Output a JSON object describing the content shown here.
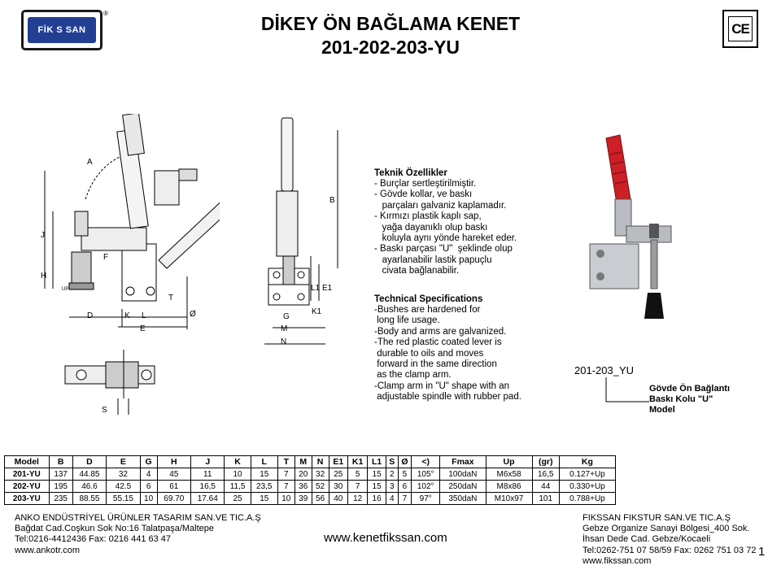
{
  "header": {
    "logo_text": "FİK S SAN",
    "logo_mark": "®",
    "title_line1": "DİKEY ÖN BAĞLAMA KENET",
    "title_line2": "201-202-203-YU",
    "ce_mark": "CE"
  },
  "drawing_labels": {
    "side": [
      "J",
      "H",
      "F",
      "A",
      "D",
      "K",
      "L",
      "E",
      "T",
      "Ø",
      "S",
      "UP"
    ],
    "front": [
      "B",
      "L1",
      "E1",
      "K1",
      "G",
      "M",
      "N"
    ]
  },
  "features_tr": {
    "title": "Teknik Özellikler",
    "lines": [
      "- Burçlar sertleştirilmiştir.",
      "- Gövde kollar, ve baskı",
      "   parçaları galvaniz kaplamadır.",
      "- Kırmızı plastik kaplı sap,",
      "   yağa dayanıklı olup baskı",
      "   koluyla aynı yönde hareket eder.",
      "- Baskı parçası \"U\"  şeklinde olup",
      "   ayarlanabilir lastik papuçlu",
      "   civata bağlanabilir."
    ]
  },
  "features_en": {
    "title": "Technical Specifications",
    "lines": [
      "-Bushes are hardened for",
      " long life usage.",
      "-Body and arms are galvanized.",
      "-The red plastic coated lever is",
      " durable to oils and moves",
      " forward in the same direction",
      " as the clamp arm.",
      "-Clamp arm in \"U\" shape with an",
      " adjustable spindle with rubber pad."
    ]
  },
  "product": {
    "model": "201-203_YU",
    "note_lines": [
      "Gövde Ön Bağlantı",
      "Baskı Kolu \"U\"",
      "Model"
    ]
  },
  "table": {
    "headers": [
      "Model",
      "B",
      "D",
      "E",
      "G",
      "H",
      "J",
      "K",
      "L",
      "T",
      "M",
      "N",
      "E1",
      "K1",
      "L1",
      "S",
      "Ø",
      "<)",
      "Fmax",
      "Up",
      "(gr)",
      "Kg"
    ],
    "rows": [
      [
        "201-YU",
        "137",
        "44.85",
        "32",
        "4",
        "45",
        "11",
        "10",
        "15",
        "7",
        "20",
        "32",
        "25",
        "5",
        "15",
        "2",
        "5",
        "105°",
        "100daN",
        "M6x58",
        "16,5",
        "0.127+Up"
      ],
      [
        "202-YU",
        "195",
        "46.6",
        "42.5",
        "6",
        "61",
        "16,5",
        "11,5",
        "23,5",
        "7",
        "36",
        "52",
        "30",
        "7",
        "15",
        "3",
        "6",
        "102°",
        "250daN",
        "M8x86",
        "44",
        "0.330+Up"
      ],
      [
        "203-YU",
        "235",
        "88.55",
        "55.15",
        "10",
        "69.70",
        "17.64",
        "25",
        "15",
        "10",
        "39",
        "56",
        "40",
        "12",
        "16",
        "4",
        "7",
        "97°",
        "350daN",
        "M10x97",
        "101",
        "0.788+Up"
      ]
    ]
  },
  "footer": {
    "left": [
      "ANKO ENDÜSTRİYEL ÜRÜNLER TASARIM SAN.VE TIC.A.Ş",
      "Bağdat Cad.Coşkun Sok No:16 Talatpaşa/Maltepe",
      "Tel:0216-4412436  Fax: 0216 441 63 47",
      "www.ankotr.com"
    ],
    "center_url": "www.kenetfikssan.com",
    "right": [
      "FIKSSAN FIKSTUR SAN.VE TIC.A.Ş",
      "Gebze Organize Sanayi Bölgesi_400 Sok.",
      "İhsan Dede Cad. Gebze/Kocaeli",
      "Tel:0262-751 07 58/59  Fax: 0262 751 03 72",
      "www.fikssan.com"
    ],
    "page_number": "1"
  },
  "colors": {
    "logo_blue": "#233f93",
    "handle_red": "#cc1f26",
    "steel": "#b9bcc1"
  }
}
